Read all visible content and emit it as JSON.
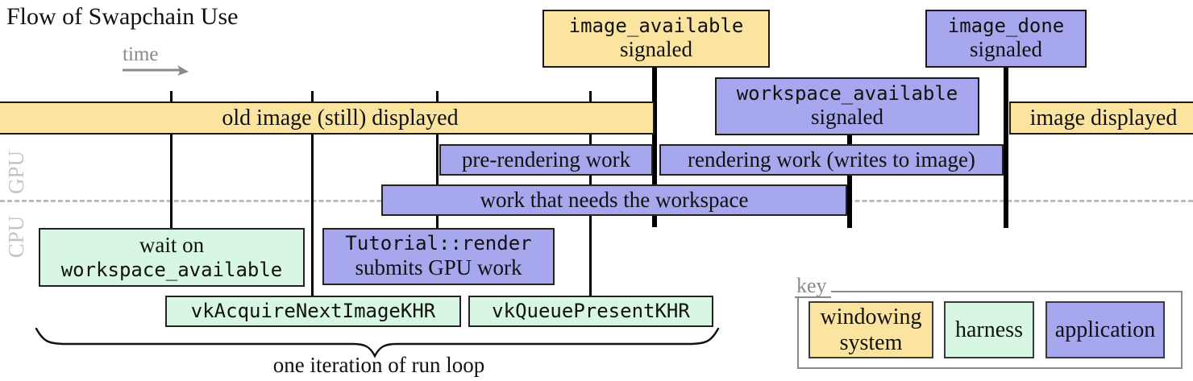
{
  "title": "Flow of Swapchain Use",
  "timeline": {
    "time_label": "time",
    "gpu_label": "GPU",
    "cpu_label": "CPU"
  },
  "bars": {
    "old_image": "old image (still) displayed",
    "image_displayed": "image displayed"
  },
  "signals": {
    "image_available": {
      "name": "image_available",
      "status": "signaled"
    },
    "workspace_available": {
      "name": "workspace_available",
      "status": "signaled"
    },
    "image_done": {
      "name": "image_done",
      "status": "signaled"
    }
  },
  "gpu_row": {
    "pre_rendering": "pre-rendering work",
    "rendering": "rendering work (writes to image)",
    "workspace": "work that needs the workspace"
  },
  "cpu_row": {
    "wait_line1": "wait on",
    "wait_line2": "workspace_available",
    "tutorial_line1": "Tutorial::render",
    "tutorial_line2": "submits GPU work",
    "acquire": "vkAcquireNextImageKHR",
    "present": "vkQueuePresentKHR",
    "run_loop": "one iteration of run loop"
  },
  "key": {
    "label": "key",
    "items": [
      {
        "label": "windowing system",
        "color": "#fbe4a0"
      },
      {
        "label": "harness",
        "color": "#d8f7e3"
      },
      {
        "label": "application",
        "color": "#a7a7ee"
      }
    ]
  },
  "colors": {
    "windowing_system": "#fbe4a0",
    "harness": "#d8f7e3",
    "application": "#a7a7ee",
    "line": "#000000",
    "dashed_divider": "#bdbdbd",
    "muted_gray": "#8a8a8a",
    "side_label_gray": "#c4c4c4"
  }
}
